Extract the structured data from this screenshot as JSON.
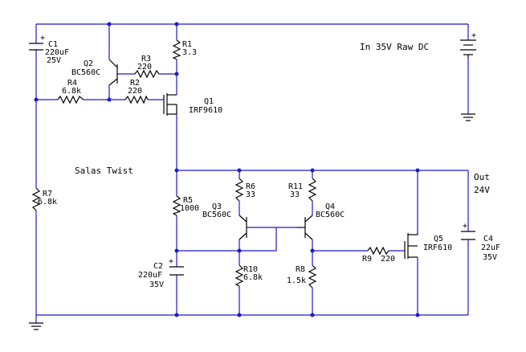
{
  "diagram": {
    "title": "Salas Twist",
    "supply_label": "In 35V Raw DC",
    "output_label": "Out",
    "output_voltage": "24V"
  },
  "components": {
    "c1": {
      "ref": "C1",
      "value": "220uF",
      "rating": "25V"
    },
    "q2": {
      "ref": "Q2",
      "value": "BC560C"
    },
    "r1": {
      "ref": "R1",
      "value": "3.3"
    },
    "r3": {
      "ref": "R3",
      "value": "220"
    },
    "r4": {
      "ref": "R4",
      "value": "6.8k"
    },
    "r2": {
      "ref": "R2",
      "value": "220"
    },
    "q1": {
      "ref": "Q1",
      "value": "IRF9610"
    },
    "r7": {
      "ref": "R7",
      "value": "6.8k"
    },
    "r5": {
      "ref": "R5",
      "value": "1000"
    },
    "r6": {
      "ref": "R6",
      "value": "33"
    },
    "r11": {
      "ref": "R11",
      "value": "33"
    },
    "q3": {
      "ref": "Q3",
      "value": "BC560C"
    },
    "q4": {
      "ref": "Q4",
      "value": "BC560C"
    },
    "c2": {
      "ref": "C2",
      "value": "220uF",
      "rating": "35V"
    },
    "r10": {
      "ref": "R10",
      "value": "6.8k"
    },
    "r8": {
      "ref": "R8",
      "value": "1.5k"
    },
    "r9": {
      "ref": "R9",
      "value": "220"
    },
    "q5": {
      "ref": "Q5",
      "value": "IRF610"
    },
    "c4": {
      "ref": "C4",
      "value": "22uF",
      "rating": "35V"
    }
  },
  "polarity_mark": "+",
  "colors": {
    "wire": "#1a1acc",
    "part": "#000000",
    "background": "#ffffff"
  }
}
